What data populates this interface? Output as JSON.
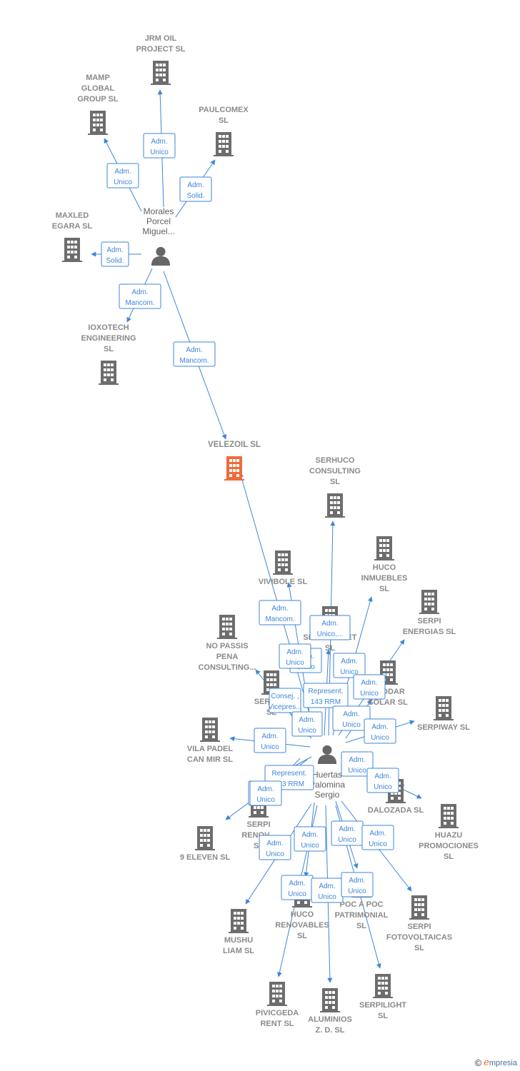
{
  "colors": {
    "edge": "#3d86d8",
    "building": "#6d6d6d",
    "main_building": "#f06a3a",
    "person": "#666666"
  },
  "companies": [
    {
      "id": "jrm",
      "name": [
        "JRM OIL",
        "PROJECT  SL"
      ],
      "main": false
    },
    {
      "id": "mamp",
      "name": [
        "MAMP",
        "GLOBAL",
        "GROUP  SL"
      ],
      "main": false
    },
    {
      "id": "paulcomex",
      "name": [
        "PAULCOMEX",
        "SL"
      ],
      "main": false
    },
    {
      "id": "maxled",
      "name": [
        "MAXLED",
        "EGARA SL"
      ],
      "main": false
    },
    {
      "id": "ioxotech",
      "name": [
        "IOXOTECH",
        "ENGINEERING",
        "SL"
      ],
      "main": false
    },
    {
      "id": "velezoil",
      "name": [
        "VELEZOIL  SL"
      ],
      "main": true
    },
    {
      "id": "serhuco",
      "name": [
        "SERHUCO",
        "CONSULTING",
        "SL"
      ],
      "main": false
    },
    {
      "id": "hucoinm",
      "name": [
        "HUCO",
        "INMUEBLES",
        "SL"
      ],
      "main": false
    },
    {
      "id": "vivibole",
      "name": [
        "VIVIBOLE  SL"
      ],
      "main": false
    },
    {
      "id": "serpien",
      "name": [
        "SERPI",
        "ENERGIAS  SL"
      ],
      "main": false
    },
    {
      "id": "nopass",
      "name": [
        "NO PASSIS",
        "PENA",
        "CONSULTING..."
      ],
      "main": false
    },
    {
      "id": "serpipellet",
      "name": [
        "SERPIPELLET",
        "SL"
      ],
      "main": false
    },
    {
      "id": "serpiv",
      "name": [
        "SERPIV...",
        "SL"
      ],
      "main": false
    },
    {
      "id": "ecodar",
      "name": [
        "ECODAR",
        "SOLAR  SL"
      ],
      "main": false
    },
    {
      "id": "serpiway",
      "name": [
        "SERPIWAY  SL"
      ],
      "main": false
    },
    {
      "id": "vilapadel",
      "name": [
        "VILA PADEL",
        "CAN MIR  SL"
      ],
      "main": false
    },
    {
      "id": "dalozada",
      "name": [
        "DALOZADA  SL"
      ],
      "main": false
    },
    {
      "id": "huazu",
      "name": [
        "HUAZU",
        "PROMOCIONES",
        "SL"
      ],
      "main": false
    },
    {
      "id": "serpirenov",
      "name": [
        "SERPI",
        "RENOV...",
        "SL"
      ],
      "main": false
    },
    {
      "id": "eleven",
      "name": [
        "9 ELEVEN  SL"
      ],
      "main": false
    },
    {
      "id": "hucoren",
      "name": [
        "HUCO",
        "RENOVABLES",
        "SL"
      ],
      "main": false
    },
    {
      "id": "pocapoc",
      "name": [
        "POC A POC",
        "PATRIMONIAL",
        "SL"
      ],
      "main": false
    },
    {
      "id": "serpifoto",
      "name": [
        "SERPI",
        "FOTOVOLTAICAS",
        "SL"
      ],
      "main": false
    },
    {
      "id": "mushu",
      "name": [
        "MUSHU",
        "LIAM  SL"
      ],
      "main": false
    },
    {
      "id": "pivicgeda",
      "name": [
        "PIVICGEDA",
        "RENT  SL"
      ],
      "main": false
    },
    {
      "id": "aluminios",
      "name": [
        "ALUMINIOS",
        "Z. D.  SL"
      ],
      "main": false
    },
    {
      "id": "serpilight",
      "name": [
        "SERPILIGHT",
        "SL"
      ],
      "main": false
    }
  ],
  "persons": [
    {
      "id": "morales",
      "name": [
        "Morales",
        "Porcel",
        "Miguel..."
      ]
    },
    {
      "id": "huertas",
      "name": [
        "Huertas",
        "Palomina",
        "Sergio"
      ]
    }
  ],
  "edges": [
    {
      "id": "e1",
      "label": [
        "Adm.",
        "Unico"
      ]
    },
    {
      "id": "e2",
      "label": [
        "Adm.",
        "Unico"
      ]
    },
    {
      "id": "e3",
      "label": [
        "Adm.",
        "Solid."
      ]
    },
    {
      "id": "e4",
      "label": [
        "Adm.",
        "Solid."
      ]
    },
    {
      "id": "e5",
      "label": [
        "Adm.",
        "Mancom."
      ]
    },
    {
      "id": "e6",
      "label": [
        "Adm.",
        "Mancom."
      ]
    },
    {
      "id": "e7",
      "label": [
        "Adm.",
        "Mancom."
      ]
    },
    {
      "id": "e8",
      "label": [
        "Adm.",
        "Unico,..."
      ]
    },
    {
      "id": "e9",
      "label": [
        "Adm.",
        "Unico"
      ]
    },
    {
      "id": "e10",
      "label": [
        "Adm.",
        "Unico"
      ]
    },
    {
      "id": "e11",
      "label": [
        "Adm.",
        "Unico"
      ]
    },
    {
      "id": "e12",
      "label": [
        "Represent.",
        "143 RRM"
      ]
    },
    {
      "id": "e13",
      "label": [
        "Adm.",
        "Unico"
      ]
    },
    {
      "id": "e14",
      "label": [
        "Consej. ,",
        "Vicepres..."
      ]
    },
    {
      "id": "e15",
      "label": [
        "Adm.",
        "Unico"
      ]
    },
    {
      "id": "e16",
      "label": [
        "Adm.",
        "Unico"
      ]
    },
    {
      "id": "e17",
      "label": [
        "Adm.",
        "Unico"
      ]
    },
    {
      "id": "e18",
      "label": [
        "Adm.",
        "Unico"
      ]
    },
    {
      "id": "e19",
      "label": [
        "Represent.",
        "143 RRM"
      ]
    },
    {
      "id": "e20",
      "label": [
        "Adm.",
        "Unico"
      ]
    },
    {
      "id": "e21",
      "label": [
        "Adm.",
        "Unico"
      ]
    },
    {
      "id": "e22",
      "label": [
        "Adm.",
        "Unico"
      ]
    },
    {
      "id": "e23",
      "label": [
        "Adm.",
        "Unico"
      ]
    },
    {
      "id": "e24",
      "label": [
        "Adm.",
        "Unico"
      ]
    },
    {
      "id": "e25",
      "label": [
        "Adm.",
        "Unico"
      ]
    },
    {
      "id": "e26",
      "label": [
        "Adm.",
        "Unico"
      ]
    },
    {
      "id": "e27",
      "label": [
        "Adm.",
        "Unico"
      ]
    },
    {
      "id": "e28",
      "label": [
        "Adm.",
        "Unico"
      ]
    },
    {
      "id": "e29",
      "label": [
        "Adm.",
        "Unico"
      ]
    },
    {
      "id": "e30",
      "label": [
        "Adm.",
        "Unico"
      ]
    }
  ],
  "footer": {
    "copyright_symbol": "©",
    "brand_initial": "e",
    "brand_rest": "mpresia"
  }
}
